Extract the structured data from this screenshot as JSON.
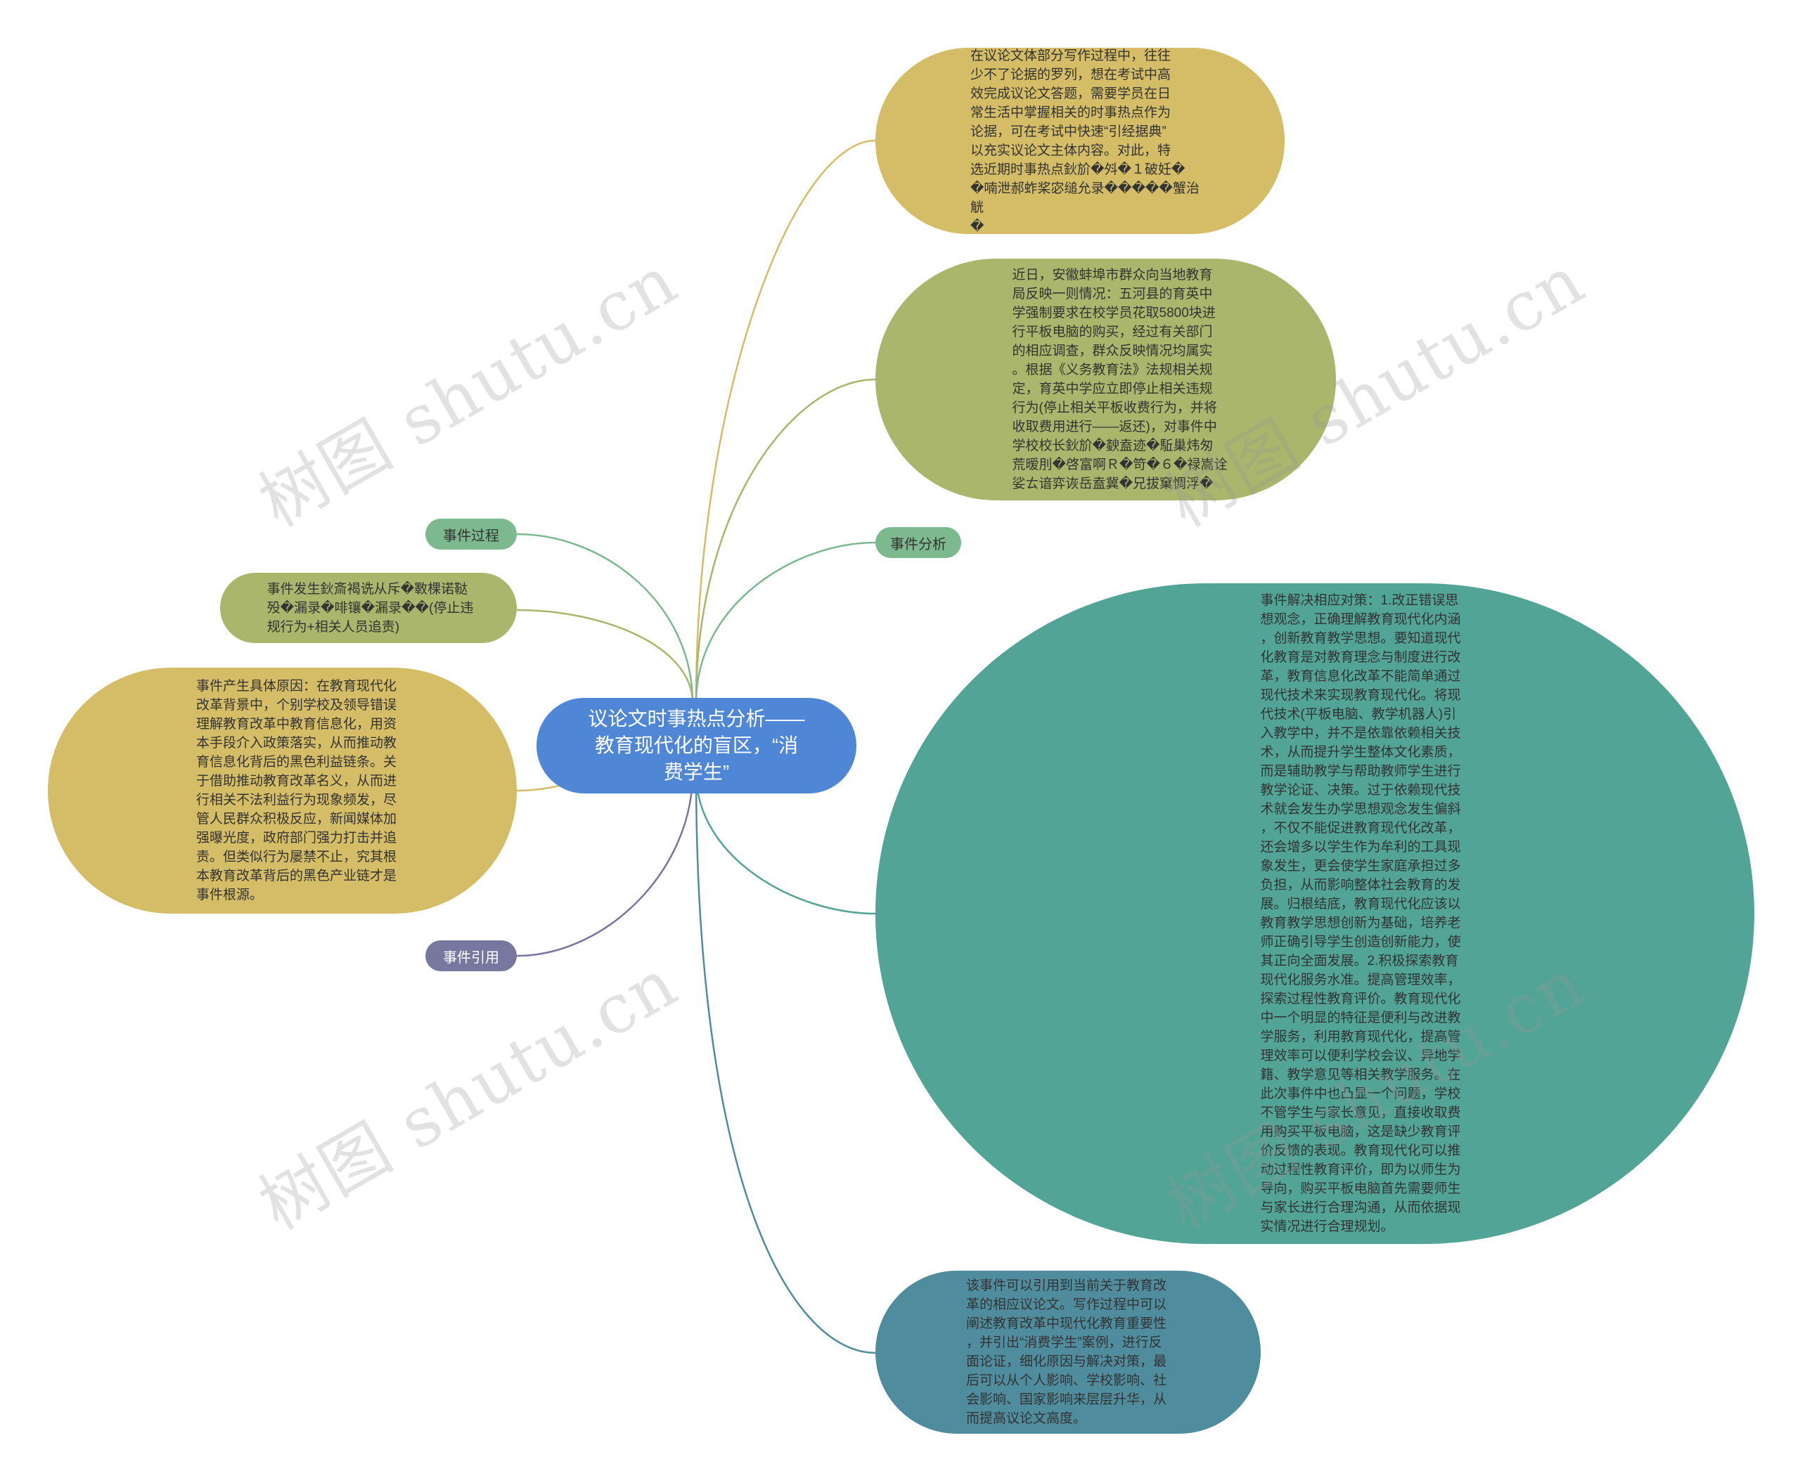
{
  "colors": {
    "center": "#4f86d6",
    "yellow": "#d4bd66",
    "olive": "#a9b66b",
    "green_pill": "#7db98f",
    "teal": "#52a497",
    "steel": "#4f8d9e",
    "purple_pill": "#7778a0"
  },
  "watermark": "树图 shutu.cn",
  "center": {
    "text": "议论文时事热点分析——\n教育现代化的盲区，“消\n费学生”"
  },
  "labels": {
    "process": "事件过程",
    "analysis": "事件分析",
    "citation": "事件引用"
  },
  "nodes": {
    "intro": "在议论文体部分写作过程中，往往\n少不了论据的罗列，想在考试中高\n效完成议论文答题，需要学员在日\n常生活中掌握相关的时事热点作为\n论据，可在考试中快速“引经据典”\n以充实议论文主体内容。对此，特\n选近期时事热点鈥斺�斘�１破妊�\n�喃泄郝蚱桨宓缒允录�����蟹治觥\n�",
    "news": "近日，安徽蚌埠市群众向当地教育\n局反映一则情况：五河县的育英中\n学强制要求在校学员花取5800块进\n行平板电脑的购买，经过有关部门\n的相应调查，群众反映情况均属实\n。根据《义务教育法》法规相关规\n定，育英中学应立即停止相关违规\n行为(停止相关平板收费行为，并将\n收取费用进行——返还)，对事件中\n学校校长鈥斺�斔盍迹�駈巢炜匆\n荒暧刖�啓富啊Ｒ�笴�６�禄嵩诠\n娑ㄊ谙弈诙岳盍冀�兄拔窠惆浮�",
    "occurrence": "事件发生鈥斎褐诜从斥�斁棵诺鞑\n殁�漏录�啡镶�漏录��(停止违\n规行为+相关人员追责)",
    "cause": "事件产生具体原因：在教育现代化\n改革背景中，个别学校及领导错误\n理解教育改革中教育信息化，用资\n本手段介入政策落实，从而推动教\n育信息化背后的黑色利益链条。关\n于借助推动教育改革名义，从而进\n行相关不法利益行为现象频发，尽\n管人民群众积极反应，新闻媒体加\n强曝光度，政府部门强力打击并追\n责。但类似行为屡禁不止，究其根\n本教育改革背后的黑色产业链才是\n事件根源。",
    "solution": "事件解决相应对策：1.改正错误思\n想观念，正确理解教育现代化内涵\n，创新教育教学思想。要知道现代\n化教育是对教育理念与制度进行改\n革，教育信息化改革不能简单通过\n现代技术来实现教育现代化。将现\n代技术(平板电脑、教学机器人)引\n入教学中，并不是依靠依赖相关技\n术，从而提升学生整体文化素质，\n而是辅助教学与帮助教师学生进行\n教学论证、决策。过于依赖现代技\n术就会发生办学思想观念发生偏斜\n，不仅不能促进教育现代化改革，\n还会增多以学生作为牟利的工具现\n象发生，更会使学生家庭承担过多\n负担，从而影响整体社会教育的发\n展。归根结底，教育现代化应该以\n教育教学思想创新为基础，培养老\n师正确引导学生创造创新能力，使\n其正向全面发展。2.积极探索教育\n现代化服务水准。提高管理效率，\n探索过程性教育评价。教育现代化\n中一个明显的特征是便利与改进教\n学服务，利用教育现代化，提高管\n理效率可以便利学校会议、异地学\n籍、教学意见等相关教学服务。在\n此次事件中也凸显一个问题，学校\n不管学生与家长意见，直接收取费\n用购买平板电脑，这是缺少教育评\n价反馈的表现。教育现代化可以推\n动过程性教育评价，即为以师生为\n导向，购买平板电脑首先需要师生\n与家长进行合理沟通，从而依据现\n实情况进行合理规划。",
    "usage": "该事件可以引用到当前关于教育改\n革的相应议论文。写作过程中可以\n阐述教育改革中现代化教育重要性\n，并引出“消费学生”案例，进行反\n面论证，细化原因与解决对策，最\n后可以从个人影响、学校影响、社\n会影响、国家影响来层层升华，从\n而提高议论文高度。"
  }
}
